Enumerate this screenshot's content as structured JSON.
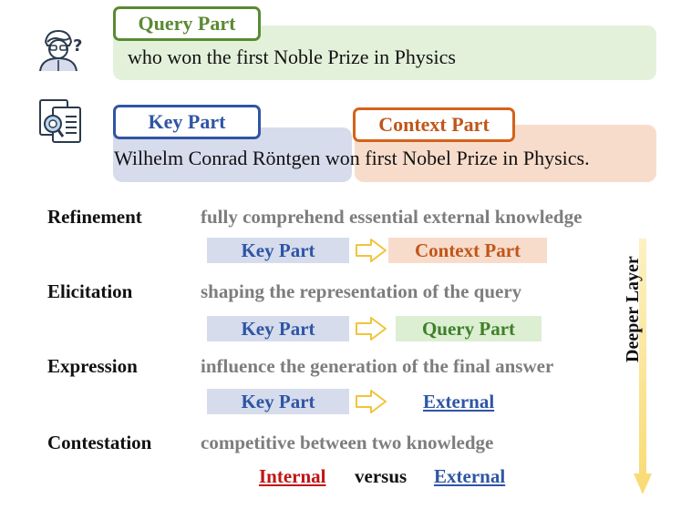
{
  "query": {
    "tag": "Query Part",
    "text": "who won the first Noble Prize in Physics"
  },
  "document": {
    "key_tag": "Key Part",
    "context_tag": "Context Part",
    "key_text": "Wilhelm Conrad Röntgen",
    "context_text": "won first Nobel Prize in Physics."
  },
  "mechanisms": [
    {
      "label": "Refinement",
      "description": "fully comprehend essential external knowledge",
      "from": "Key Part",
      "to": "Context Part"
    },
    {
      "label": "Elicitation",
      "description": "shaping the representation of the query",
      "from": "Key Part",
      "to": "Query Part"
    },
    {
      "label": "Expression",
      "description": "influence the generation of the final answer",
      "from": "Key Part",
      "to": "External"
    },
    {
      "label": "Contestation",
      "description": "competitive between two knowledge",
      "left": "Internal",
      "versus": "versus",
      "right": "External"
    }
  ],
  "axis_label": "Deeper Layer",
  "colors": {
    "query": "#5a8a32",
    "key": "#2f55a4",
    "context": "#c0561a",
    "internal": "#c01515",
    "arrow": "#fce9a8"
  },
  "icons": [
    "user-question-icon",
    "document-search-icon",
    "hollow-right-arrow-icon"
  ]
}
